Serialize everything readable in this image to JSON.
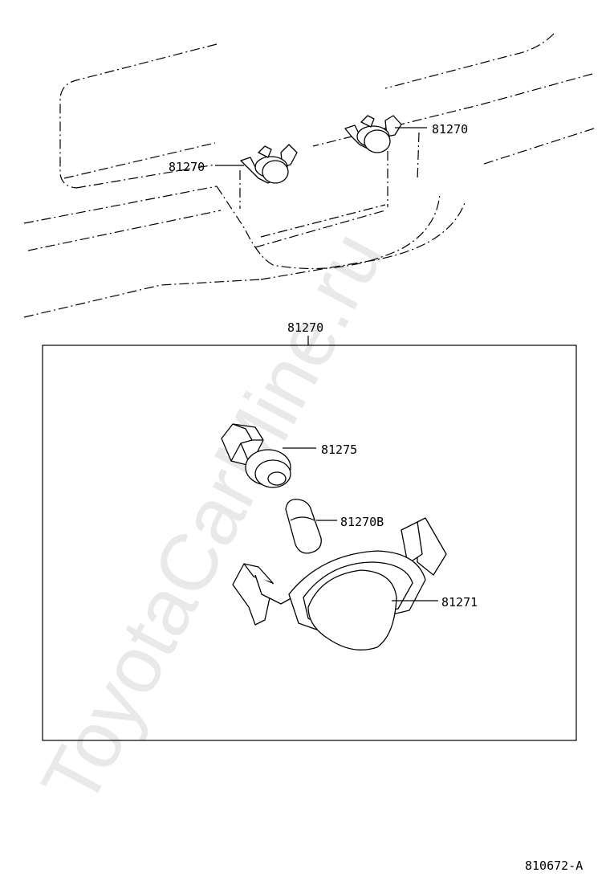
{
  "watermark": "ToyotaCarMine.ru",
  "labels": {
    "lamp_right": "81270",
    "lamp_left": "81270",
    "box_title": "81270",
    "socket": "81275",
    "bulb": "81270B",
    "lens": "81271"
  },
  "figure_code": "810672-A"
}
